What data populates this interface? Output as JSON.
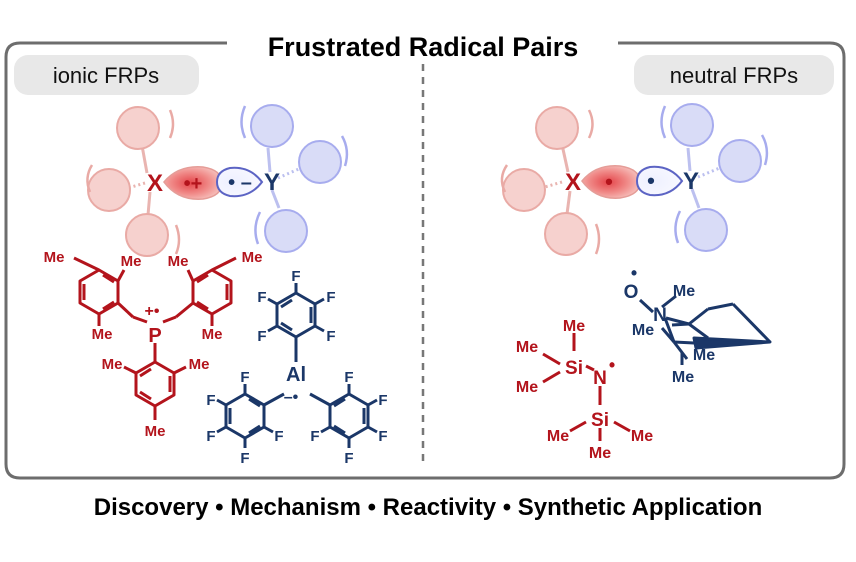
{
  "title": "Frustrated Radical Pairs",
  "subtitle": "Discovery • Mechanism • Reactivity • Synthetic Application",
  "left_panel": {
    "badge": "ionic FRPs",
    "center_atom": "X",
    "center_charge": "•+",
    "partner_atom": "Y",
    "partner_charge": "• –",
    "cation": {
      "atom": "P",
      "charge": "+•",
      "substituent": "Me"
    },
    "anion": {
      "atom": "Al",
      "charge": "–•",
      "substituent": "F"
    }
  },
  "right_panel": {
    "badge": "neutral FRPs",
    "center_atom": "X",
    "center_dot": "•",
    "partner_atom": "Y",
    "partner_dot": "•",
    "aminyl": {
      "n_atom": "N",
      "si_atom": "Si",
      "methyl": "Me",
      "radical": "•"
    },
    "nitroxide": {
      "o_atom": "O",
      "n_atom": "N",
      "methyl": "Me",
      "radical": "•"
    }
  },
  "colors": {
    "red": "#b3141c",
    "blue": "#1b3768",
    "red_light": "#f3cfcb",
    "blue_light": "#d9dcf7",
    "frame": "#6d6d6d",
    "badge_bg": "#e8e8e8"
  }
}
